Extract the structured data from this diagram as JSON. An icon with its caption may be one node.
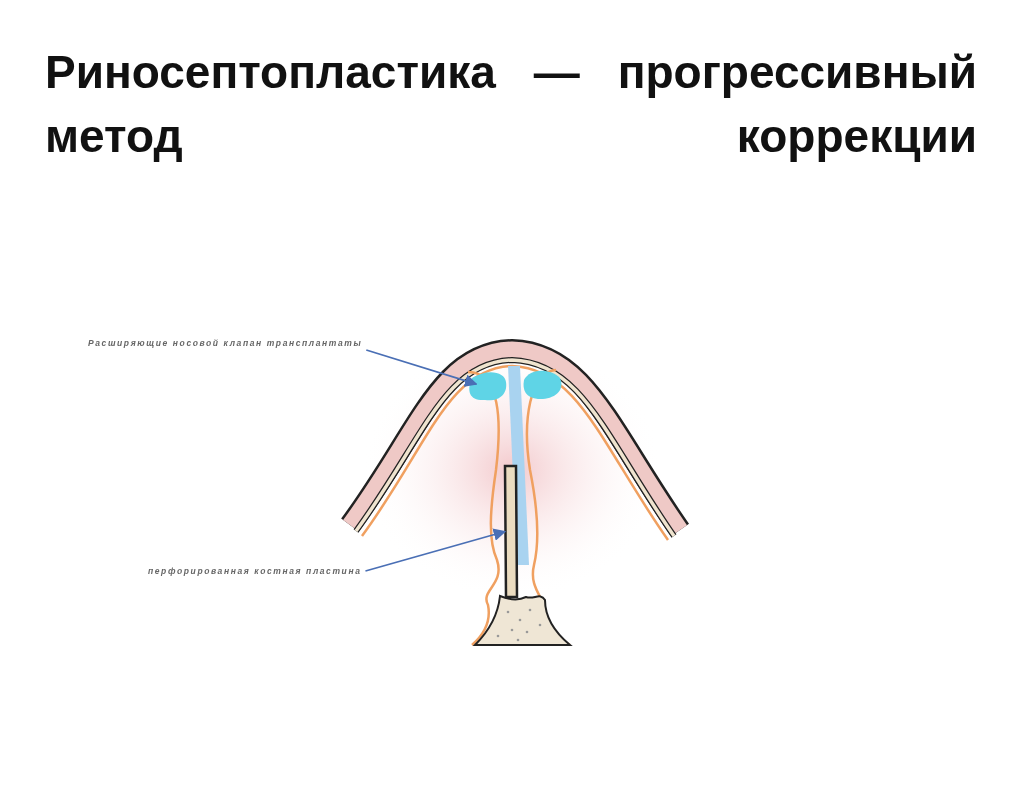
{
  "diagram": {
    "title": "Риносептопластика — прогрессивный метод коррекции",
    "nodes": [
      {
        "text": [
          "Расширяющие носовой клапан трансплантаты"
        ]
      },
      {
        "text": [],
        "shape": "picture"
      },
      {
        "text": [
          "перфорированная костная пластина"
        ]
      },
      {
        "text": [],
        "shape": "bar"
      }
    ],
    "edges": [
      {
        "from": 0,
        "to": 1,
        "arrow": "to"
      },
      {
        "from": 2,
        "to": 3,
        "arrow": "to"
      }
    ]
  }
}
